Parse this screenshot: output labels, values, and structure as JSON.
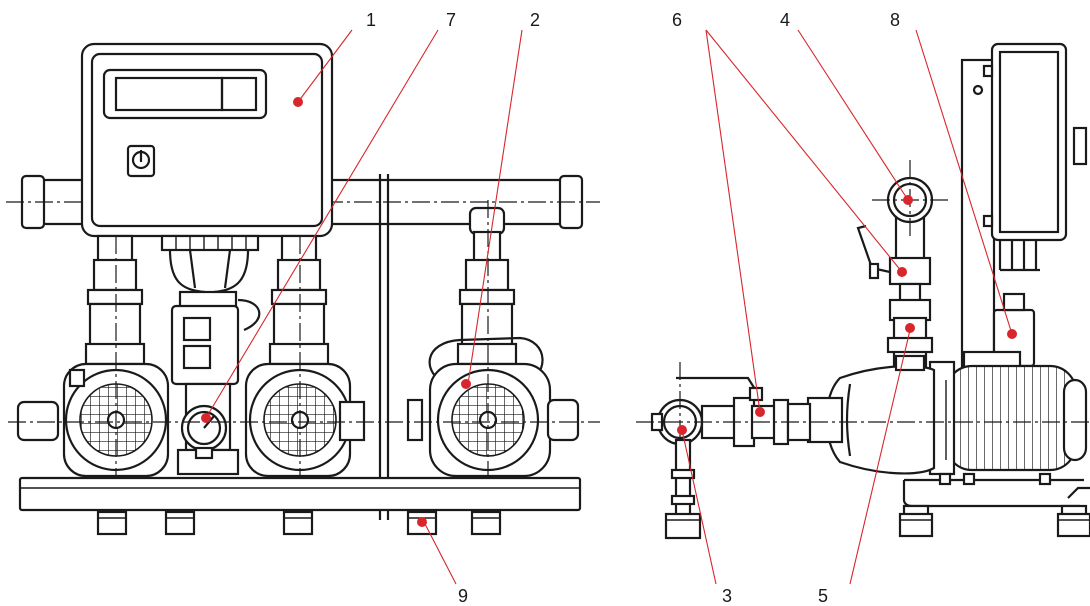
{
  "colors": {
    "line": "#1a1a1a",
    "leader": "#d8262c",
    "background": "#ffffff"
  },
  "callouts": [
    {
      "id": "1",
      "text": "1"
    },
    {
      "id": "7",
      "text": "7"
    },
    {
      "id": "2",
      "text": "2"
    },
    {
      "id": "6",
      "text": "6"
    },
    {
      "id": "4",
      "text": "4"
    },
    {
      "id": "8",
      "text": "8"
    },
    {
      "id": "9",
      "text": "9"
    },
    {
      "id": "3",
      "text": "3"
    },
    {
      "id": "5",
      "text": "5"
    }
  ]
}
